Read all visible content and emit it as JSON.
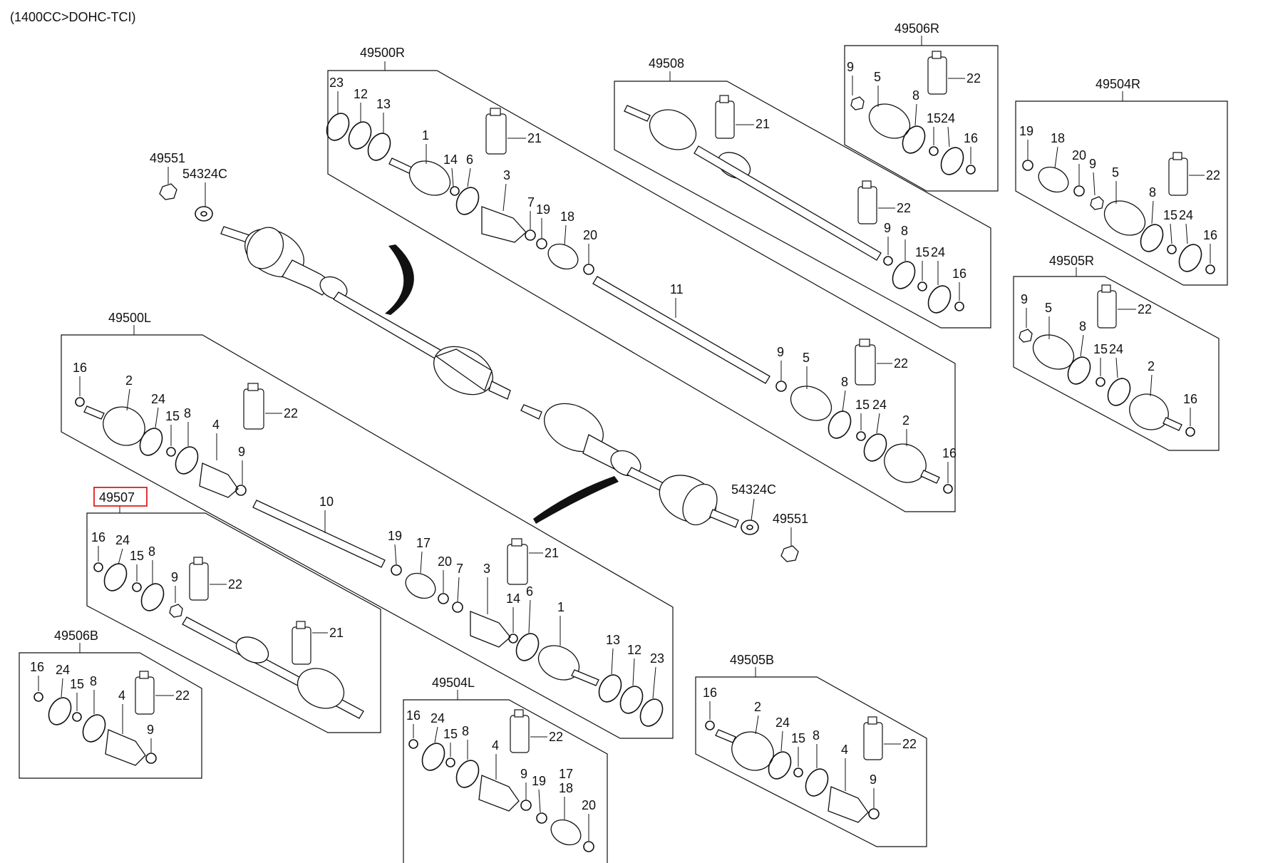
{
  "header": {
    "engine": "(1400CC>DOHC-TCI)"
  },
  "highlight_color": "#e11d1d",
  "assemblies": {
    "a49500R": "49500R",
    "a49508": "49508",
    "a49506R": "49506R",
    "a49504R": "49504R",
    "a49505R": "49505R",
    "a49500L": "49500L",
    "a49507": "49507",
    "a49506B": "49506B",
    "a49504L": "49504L",
    "a49505B": "49505B",
    "nut_top": "49551",
    "washer_top": "54324C",
    "nut_bottom": "49551",
    "washer_bottom": "54324C"
  },
  "labels": {
    "r_23": "23",
    "r_12": "12",
    "r_13": "13",
    "r_1": "1",
    "r_14": "14",
    "r_6": "6",
    "r_3": "3",
    "r_21": "21",
    "r_7": "7",
    "r_19": "19",
    "r_18": "18",
    "r_20": "20",
    "r_11": "11",
    "r_9": "9",
    "r_5": "5",
    "r_8": "8",
    "r_22": "22",
    "r_15": "15",
    "r_24": "24",
    "r_2": "2",
    "r_16": "16",
    "s8_21": "21",
    "s8_22": "22",
    "s8_9": "9",
    "s8_8": "8",
    "s8_15": "15",
    "s8_24": "24",
    "s8_16": "16",
    "s6r_9": "9",
    "s6r_5": "5",
    "s6r_22": "22",
    "s6r_8": "8",
    "s6r_15": "15",
    "s6r_24": "24",
    "s6r_16": "16",
    "s4r_19": "19",
    "s4r_18": "18",
    "s4r_20": "20",
    "s4r_9": "9",
    "s4r_5": "5",
    "s4r_22": "22",
    "s4r_8": "8",
    "s4r_15": "15",
    "s4r_24": "24",
    "s4r_16": "16",
    "s5r_9": "9",
    "s5r_5": "5",
    "s5r_22": "22",
    "s5r_8": "8",
    "s5r_15": "15",
    "s5r_24": "24",
    "s5r_2": "2",
    "s5r_16": "16",
    "l_16": "16",
    "l_2": "2",
    "l_24": "24",
    "l_15": "15",
    "l_8": "8",
    "l_4": "4",
    "l_22": "22",
    "l_9": "9",
    "l_10": "10",
    "l_19": "19",
    "l_17": "17",
    "l_20": "20",
    "l_7": "7",
    "l_3": "3",
    "l_21": "21",
    "l_14": "14",
    "l_6": "6",
    "l_1": "1",
    "l_13": "13",
    "l_12": "12",
    "l_23": "23",
    "s7_16": "16",
    "s7_24": "24",
    "s7_15": "15",
    "s7_8": "8",
    "s7_9": "9",
    "s7_22": "22",
    "s7_21": "21",
    "s6b_16": "16",
    "s6b_24": "24",
    "s6b_15": "15",
    "s6b_8": "8",
    "s6b_4": "4",
    "s6b_22": "22",
    "s6b_9": "9",
    "s4l_16": "16",
    "s4l_24": "24",
    "s4l_15": "15",
    "s4l_8": "8",
    "s4l_4": "4",
    "s4l_22": "22",
    "s4l_9": "9",
    "s4l_19": "19",
    "s4l_17": "17",
    "s4l_18": "18",
    "s4l_20": "20",
    "s5b_16": "16",
    "s5b_2": "2",
    "s5b_24": "24",
    "s5b_15": "15",
    "s5b_8": "8",
    "s5b_4": "4",
    "s5b_22": "22",
    "s5b_9": "9"
  }
}
